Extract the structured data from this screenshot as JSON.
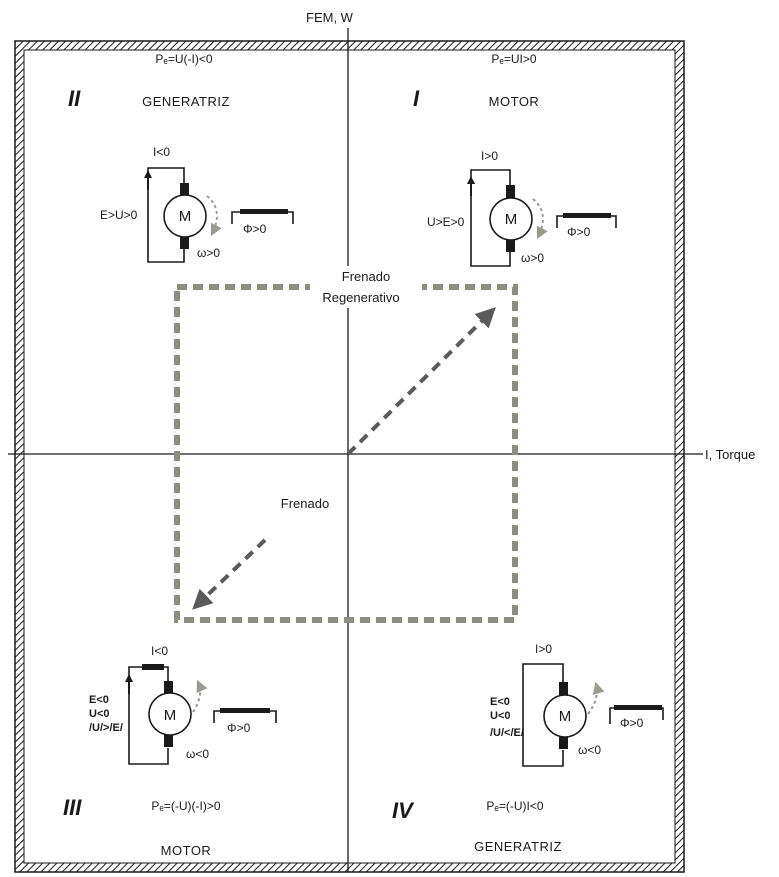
{
  "axes": {
    "y_label": "FEM, W",
    "x_label": "I, Torque"
  },
  "quadrants": {
    "I": {
      "numeral": "I",
      "mode": "MOTOR",
      "power": "Pₑ=UI>0",
      "current": "I>0",
      "voltage": [
        "U>E>0"
      ],
      "speed": "ω>0",
      "flux": "Φ>0",
      "motor": "M"
    },
    "II": {
      "numeral": "II",
      "mode": "GENERATRIZ",
      "power": "Pₑ=U(-I)<0",
      "current": "I<0",
      "voltage": [
        "E>U>0"
      ],
      "speed": "ω>0",
      "flux": "Φ>0",
      "motor": "M"
    },
    "III": {
      "numeral": "III",
      "mode": "MOTOR",
      "power": "Pₑ=(-U)(-I)>0",
      "current": "I<0",
      "voltage": [
        "E<0",
        "U<0",
        "/U/>/E/"
      ],
      "speed": "ω<0",
      "flux": "Φ>0",
      "motor": "M"
    },
    "IV": {
      "numeral": "IV",
      "mode": "GENERATRIZ",
      "power": "Pₑ=(-U)I<0",
      "current": "I>0",
      "voltage": [
        "E<0",
        "U<0",
        "/U/</E/"
      ],
      "speed": "ω<0",
      "flux": "Φ>0",
      "motor": "M"
    }
  },
  "regions": {
    "regenerative_braking": [
      "Frenado",
      "Regenerativo"
    ],
    "braking": "Frenado"
  },
  "colors": {
    "line": "#1a1a1a",
    "dashed": "#8c8c80",
    "arrow": "#5a5a5a"
  }
}
